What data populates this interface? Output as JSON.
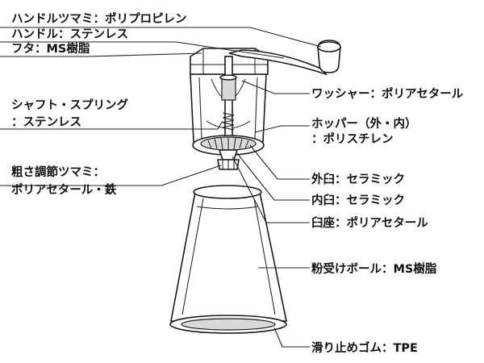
{
  "labels": {
    "handle_knob": "ハンドルツマミ：ポリプロピレン",
    "handle": "ハンドル：ステンレス",
    "lid": "フタ：MS樹脂",
    "shaft_spring_1": "シャフト・スプリング",
    "shaft_spring_2": "：ステンレス",
    "adjust_knob_1": "粗さ調節ツマミ：",
    "adjust_knob_2": "ポリアセタール・鉄",
    "washer": "ワッシャー：ポリアセタール",
    "hopper_1": "ホッパー（外・内）",
    "hopper_2": "：ポリスチレン",
    "outer_burr": "外臼：セラミック",
    "inner_burr": "内臼：セラミック",
    "burr_seat": "臼座：ポリアセタール",
    "powder_bowl": "粉受けボール：MS樹脂",
    "nonslip_rubber": "滑り止めゴム：TPE"
  },
  "colors": {
    "line": "#1a1a1a",
    "text": "#111111",
    "background": "#ffffff",
    "shade": "#d9d9d9"
  }
}
